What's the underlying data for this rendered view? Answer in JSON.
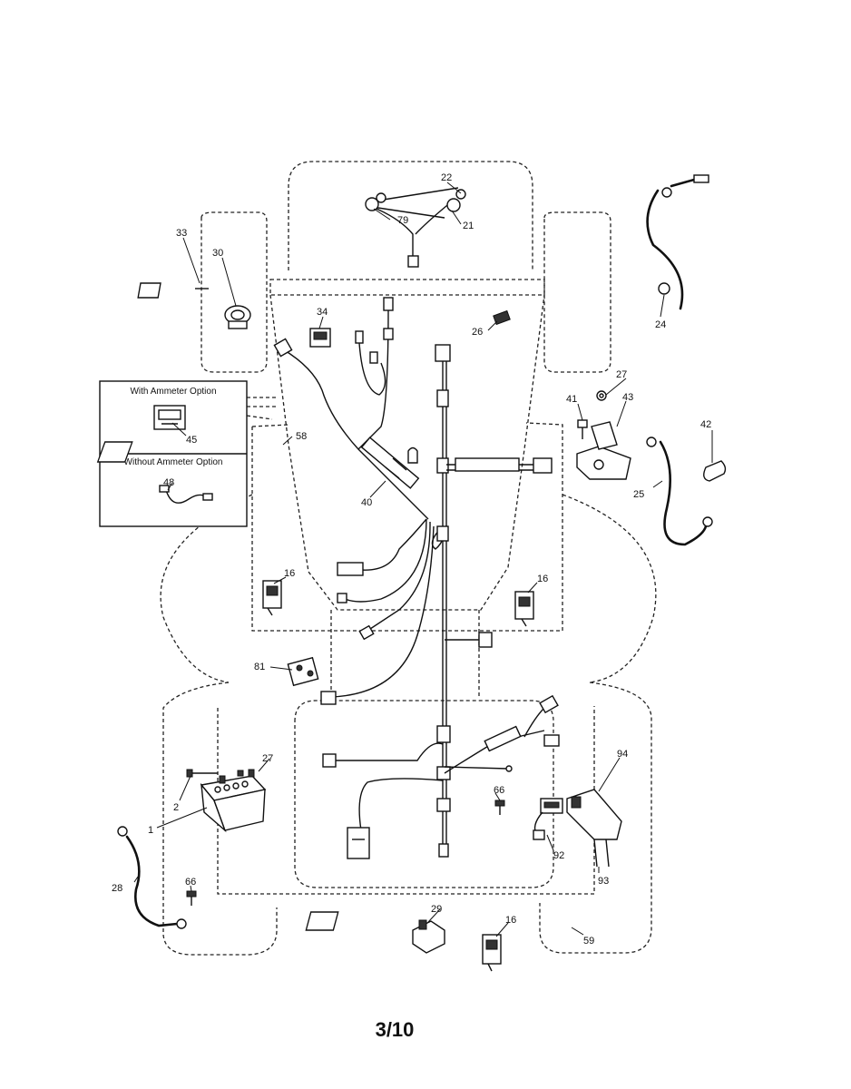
{
  "legend_box": {
    "with_option": "With Ammeter Option",
    "without_option": "Without Ammeter Option"
  },
  "callouts": {
    "c1": "1",
    "c2": "2",
    "c16a": "16",
    "c16b": "16",
    "c16c": "16",
    "c21": "21",
    "c22": "22",
    "c24": "24",
    "c25": "25",
    "c26": "26",
    "c27a": "27",
    "c27b": "27",
    "c28": "28",
    "c29": "29",
    "c30": "30",
    "c33": "33",
    "c34": "34",
    "c40": "40",
    "c41": "41",
    "c42": "42",
    "c43": "43",
    "c45": "45",
    "c48": "48",
    "c58": "58",
    "c59": "59",
    "c66a": "66",
    "c66b": "66",
    "c79": "79",
    "c81": "81",
    "c92": "92",
    "c93": "93",
    "c94": "94"
  },
  "page_number": "3/10"
}
